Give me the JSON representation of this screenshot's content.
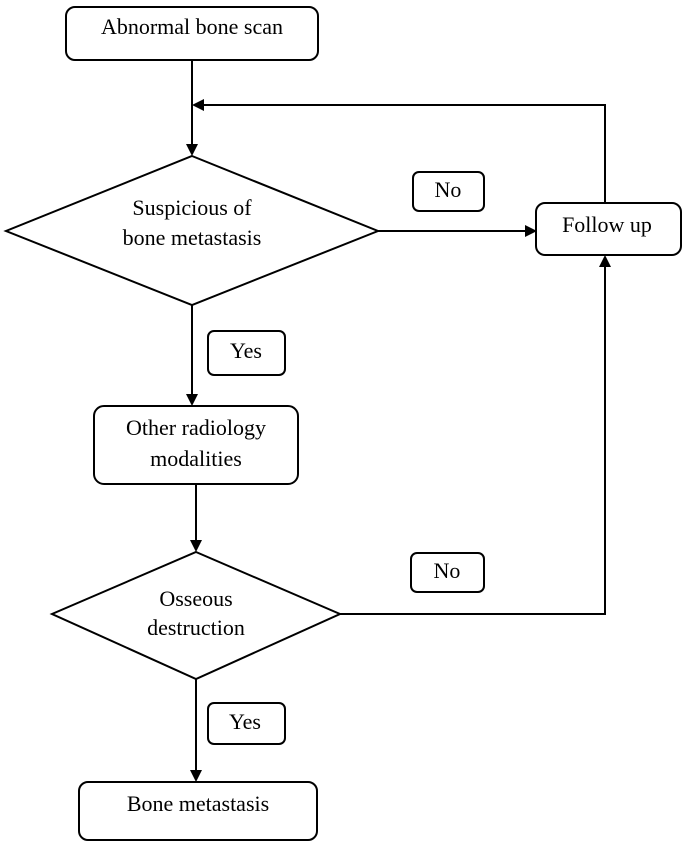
{
  "nodes": {
    "start": {
      "label": "Abnormal bone scan"
    },
    "suspicious": {
      "line1": "Suspicious of",
      "line2": "bone metastasis"
    },
    "follow_up": {
      "label": "Follow up"
    },
    "other_radiology": {
      "line1": "Other radiology",
      "line2": "modalities"
    },
    "osseous": {
      "line1": "Osseous",
      "line2": "destruction"
    },
    "end": {
      "label": "Bone metastasis"
    }
  },
  "edge_labels": {
    "suspicious_no": "No",
    "suspicious_yes": "Yes",
    "osseous_no": "No",
    "osseous_yes": "Yes"
  },
  "colors": {
    "stroke": "#000000",
    "fill": "#ffffff",
    "text": "#000000"
  }
}
